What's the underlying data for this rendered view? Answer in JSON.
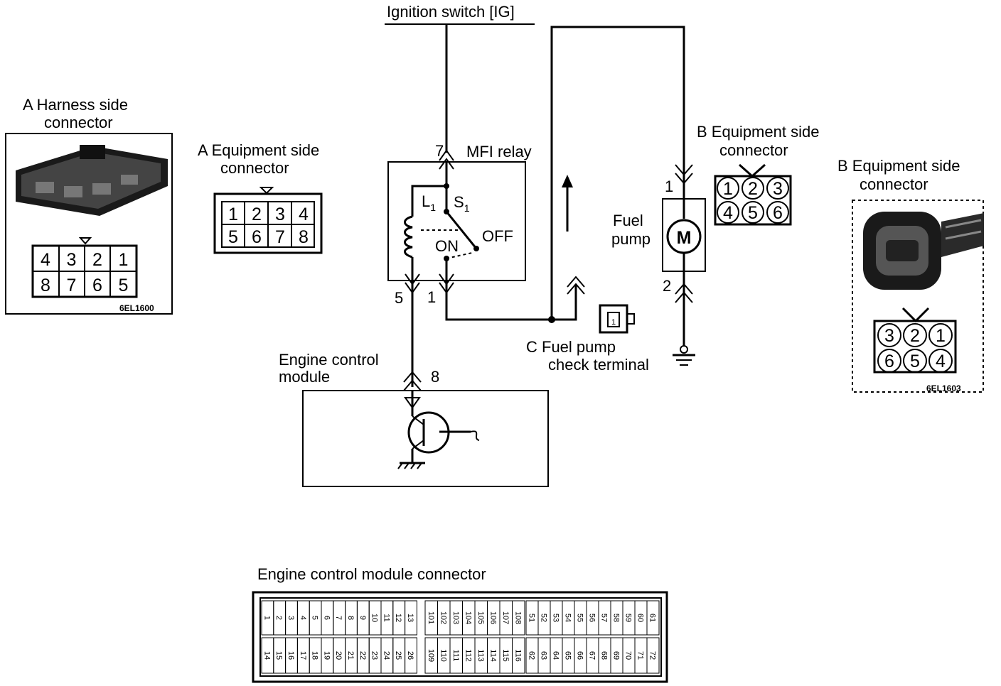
{
  "labels": {
    "ignition": "Ignition switch [IG]",
    "mfi_relay": "MFI relay",
    "l1": "L",
    "l1_sub": "1",
    "s1": "S",
    "s1_sub": "1",
    "off": "OFF",
    "on": "ON",
    "fuel_pump_1": "Fuel",
    "fuel_pump_2": "pump",
    "motor": "M",
    "ecm_1": "Engine control",
    "ecm_2": "module",
    "check_1": "C  Fuel  pump",
    "check_2": "check  terminal",
    "check_pin": "1",
    "ecm_connector": "Engine control module connector"
  },
  "wire_pins": {
    "relay_top": "7",
    "relay_left": "5",
    "relay_right": "1",
    "ecm": "8",
    "pump_top": "1",
    "pump_bottom": "2"
  },
  "connector_a_harness": {
    "title_1": "A  Harness  side",
    "title_2": "connector",
    "row1": [
      "4",
      "3",
      "2",
      "1"
    ],
    "row2": [
      "8",
      "7",
      "6",
      "5"
    ],
    "code": "6EL1600"
  },
  "connector_a_equipment": {
    "title_1": "A  Equipment  side",
    "title_2": "connector",
    "row1": [
      "1",
      "2",
      "3",
      "4"
    ],
    "row2": [
      "5",
      "6",
      "7",
      "8"
    ]
  },
  "connector_b_small": {
    "title_1": "B  Equipment  side",
    "title_2": "connector",
    "row1": [
      "1",
      "2",
      "3"
    ],
    "row2": [
      "4",
      "5",
      "6"
    ]
  },
  "connector_b_photo": {
    "title_1": "B  Equipment  side",
    "title_2": "connector",
    "row1": [
      "3",
      "2",
      "1"
    ],
    "row2": [
      "6",
      "5",
      "4"
    ],
    "code": "6EL1603"
  },
  "ecm_pins": {
    "g1_top": [
      "1",
      "2",
      "3",
      "4",
      "5",
      "6",
      "7",
      "8",
      "9",
      "10",
      "11",
      "12",
      "13"
    ],
    "g1_bot": [
      "14",
      "15",
      "16",
      "17",
      "18",
      "19",
      "20",
      "21",
      "22",
      "23",
      "24",
      "25",
      "26"
    ],
    "g2_top": [
      "101",
      "102",
      "103",
      "104",
      "105",
      "106",
      "107",
      "108"
    ],
    "g2_bot": [
      "109",
      "110",
      "111",
      "112",
      "113",
      "114",
      "115",
      "116"
    ],
    "g3_top": [
      "51",
      "52",
      "53",
      "54",
      "55",
      "56",
      "57",
      "58",
      "59",
      "60",
      "61"
    ],
    "g3_bot": [
      "62",
      "63",
      "64",
      "65",
      "66",
      "67",
      "68",
      "69",
      "70",
      "71",
      "72"
    ]
  }
}
